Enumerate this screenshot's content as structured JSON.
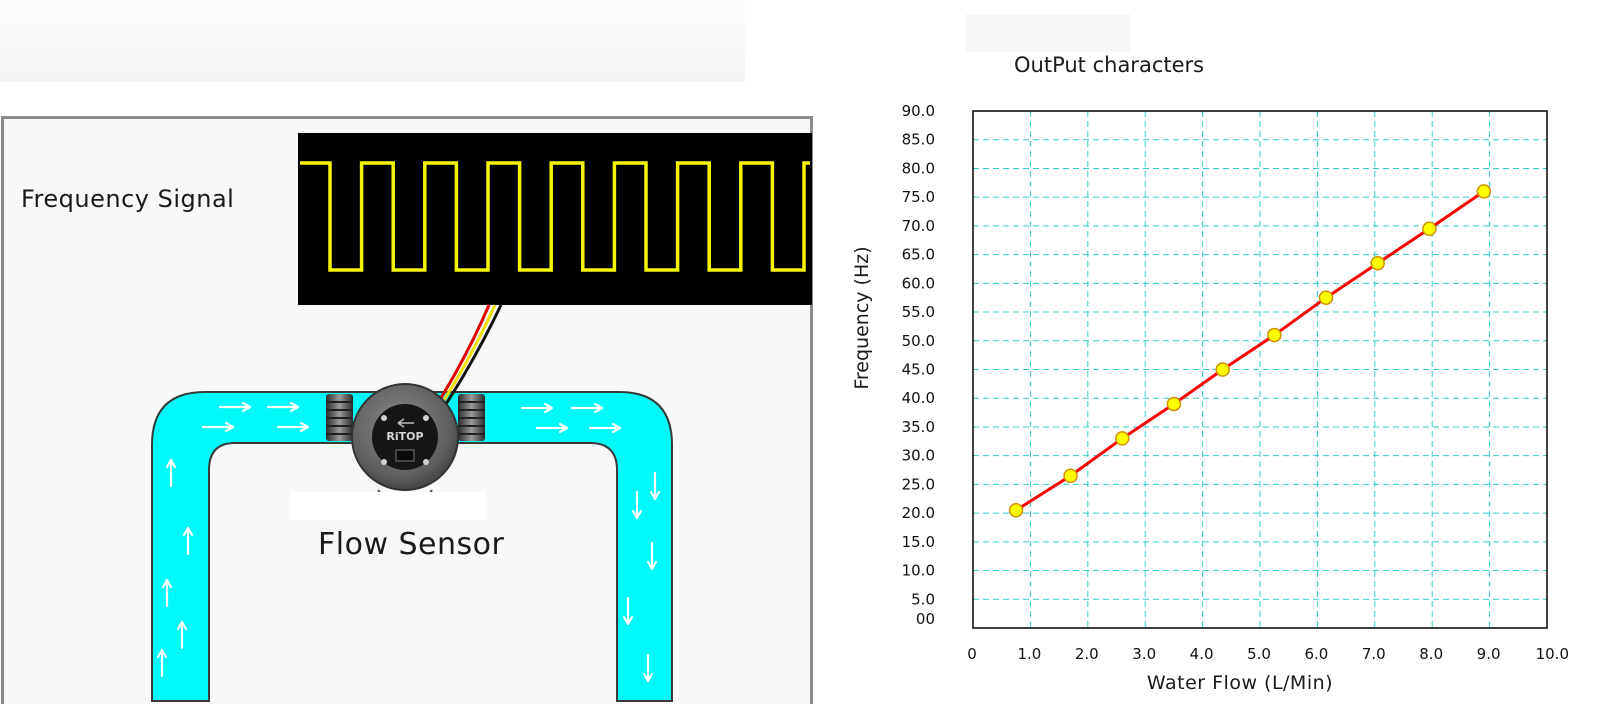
{
  "diagram": {
    "signal_label": "Frequency Signal",
    "sensor_label": "Flow Sensor",
    "sensor_logo": "RiTOP",
    "colors": {
      "water": "#00fafa",
      "pipe_outline": "#3a3a3a",
      "flow_arrow": "#ffffff",
      "scope_bg": "#000000",
      "square_wave": "#f5f500",
      "wire_red": "#e00000",
      "wire_yellow": "#f0e000",
      "wire_black": "#111111",
      "sensor_body": "#6f6f6f"
    },
    "icons": [
      "flow-arrow-icon",
      "square-wave-signal",
      "flow-sensor-icon"
    ]
  },
  "chart_data": {
    "type": "line",
    "title": "OutPut characters",
    "xlabel": "Water Flow (L/Min)",
    "ylabel": "Frequency (Hz)",
    "xlim": [
      0,
      10
    ],
    "ylim": [
      0,
      90
    ],
    "x_tick_labels": [
      "0",
      "1.0",
      "2.0",
      "3.0",
      "4.0",
      "5.0",
      "6.0",
      "7.0",
      "8.0",
      "9.0",
      "10.0"
    ],
    "y_tick_labels": [
      "00",
      "5.0",
      "10.0",
      "15.0",
      "20.0",
      "25.0",
      "30.0",
      "35.0",
      "40.0",
      "45.0",
      "50.0",
      "55.0",
      "60.0",
      "65.0",
      "70.0",
      "75.0",
      "80.0",
      "85.0",
      "90.0"
    ],
    "grid": true,
    "series": [
      {
        "x": [
          0.75,
          1.7,
          2.6,
          3.5,
          4.35,
          5.25,
          6.15,
          7.05,
          7.95,
          8.9
        ],
        "y": [
          20.5,
          26.5,
          33,
          39,
          45,
          51,
          57.5,
          63.5,
          69.5,
          76
        ]
      }
    ],
    "colors": {
      "line": "#ff0000",
      "marker_fill": "#ffff00",
      "marker_edge": "#d09000",
      "grid": "#33cccc",
      "axes": "#000000"
    }
  }
}
